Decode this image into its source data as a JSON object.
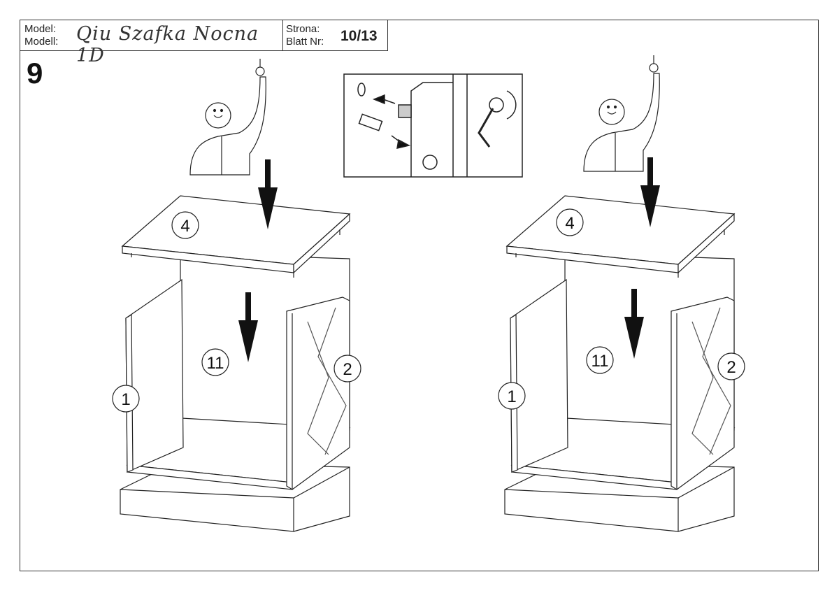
{
  "header": {
    "model_label_pl": "Model:",
    "model_label_de": "Modell:",
    "model_name": "Qiu Szafka Nocna 1D",
    "page_label_pl": "Strona:",
    "page_label_de": "Blatt Nr:",
    "page_number": "10/13"
  },
  "step_number": "9",
  "parts": {
    "top": "4",
    "back": "11",
    "right_side": "2",
    "left_side": "1"
  }
}
